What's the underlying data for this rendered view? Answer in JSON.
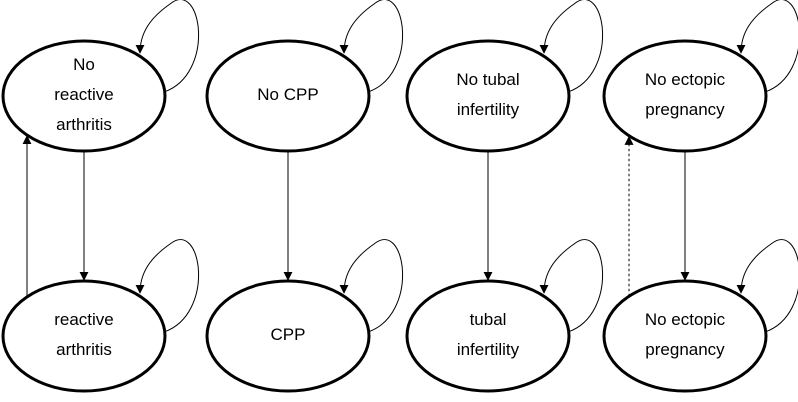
{
  "states": [
    {
      "id": "no-reactive-arthritis",
      "label": "No reactive arthritis",
      "lines": [
        "No",
        "reactive",
        "arthritis"
      ]
    },
    {
      "id": "reactive-arthritis",
      "label": "reactive arthritis",
      "lines": [
        "reactive",
        "arthritis"
      ]
    },
    {
      "id": "no-cpp",
      "label": "No CPP",
      "lines": [
        "No CPP"
      ]
    },
    {
      "id": "cpp",
      "label": "CPP",
      "lines": [
        "CPP"
      ]
    },
    {
      "id": "no-tubal-infertility",
      "label": "No tubal infertility",
      "lines": [
        "No tubal",
        "infertility"
      ]
    },
    {
      "id": "tubal-infertility",
      "label": "tubal infertility",
      "lines": [
        "tubal",
        "infertility"
      ]
    },
    {
      "id": "no-ectopic-pregnancy-top",
      "label": "No ectopic pregnancy",
      "lines": [
        "No ectopic",
        "pregnancy"
      ]
    },
    {
      "id": "no-ectopic-pregnancy-bottom",
      "label": "No ectopic pregnancy",
      "lines": [
        "No ectopic",
        "pregnancy"
      ]
    }
  ],
  "transitions": [
    {
      "from": "no-reactive-arthritis",
      "to": "no-reactive-arthritis",
      "style": "solid"
    },
    {
      "from": "no-reactive-arthritis",
      "to": "reactive-arthritis",
      "style": "solid"
    },
    {
      "from": "reactive-arthritis",
      "to": "reactive-arthritis",
      "style": "solid"
    },
    {
      "from": "reactive-arthritis",
      "to": "no-reactive-arthritis",
      "style": "solid"
    },
    {
      "from": "no-cpp",
      "to": "no-cpp",
      "style": "solid"
    },
    {
      "from": "no-cpp",
      "to": "cpp",
      "style": "solid"
    },
    {
      "from": "cpp",
      "to": "cpp",
      "style": "solid"
    },
    {
      "from": "no-tubal-infertility",
      "to": "no-tubal-infertility",
      "style": "solid"
    },
    {
      "from": "no-tubal-infertility",
      "to": "tubal-infertility",
      "style": "solid"
    },
    {
      "from": "tubal-infertility",
      "to": "tubal-infertility",
      "style": "solid"
    },
    {
      "from": "no-ectopic-pregnancy-top",
      "to": "no-ectopic-pregnancy-top",
      "style": "solid"
    },
    {
      "from": "no-ectopic-pregnancy-top",
      "to": "no-ectopic-pregnancy-bottom",
      "style": "solid"
    },
    {
      "from": "no-ectopic-pregnancy-bottom",
      "to": "no-ectopic-pregnancy-bottom",
      "style": "solid"
    },
    {
      "from": "no-ectopic-pregnancy-bottom",
      "to": "no-ectopic-pregnancy-top",
      "style": "dashed"
    }
  ]
}
